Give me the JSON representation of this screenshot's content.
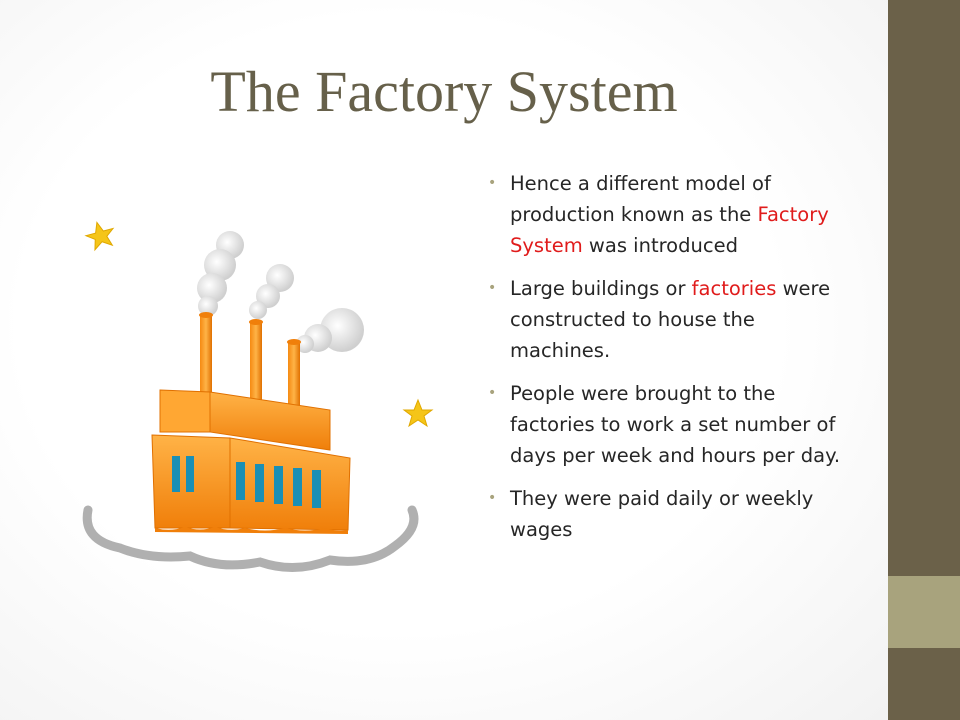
{
  "slide": {
    "title": "The Factory System",
    "bullets": [
      {
        "before": "Hence a different model of production known as the ",
        "highlight": "Factory System",
        "after": " was introduced"
      },
      {
        "before": "Large buildings or ",
        "highlight": "factories",
        "after": " were constructed to house the machines."
      },
      {
        "before": "People were brought to the factories to work a set number of days per week and hours per day.",
        "highlight": "",
        "after": ""
      },
      {
        "before": "They were paid daily or weekly wages",
        "highlight": "",
        "after": ""
      }
    ]
  },
  "colors": {
    "title": "#66604a",
    "highlight": "#e01b1b",
    "sidebar": "#6b6149",
    "sidebar_accent": "#a8a37d",
    "factory": "#f7941d",
    "window": "#1a8fb5"
  },
  "icons": [
    "factory-icon",
    "star-icon",
    "smoke-icon",
    "cloud-icon"
  ]
}
